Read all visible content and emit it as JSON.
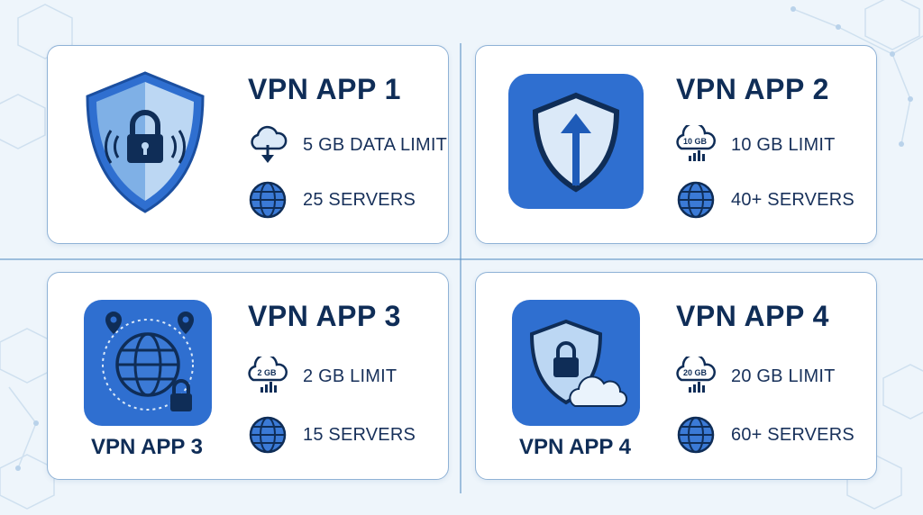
{
  "theme": {
    "accent": "#2f6fd0",
    "dark": "#0f2d57",
    "card_border": "#8fb2d6",
    "background": "#eef5fb"
  },
  "cards": [
    {
      "title": "VPN APP 1",
      "icon": "shield-lock-icon",
      "features": [
        {
          "icon": "cloud-download-icon",
          "text": "5 GB DATA LIMIT"
        },
        {
          "icon": "globe-icon",
          "text": "25 SERVERS"
        }
      ]
    },
    {
      "title": "VPN APP 2",
      "icon": "shield-arrow-up-icon",
      "features": [
        {
          "icon": "cloud-data-icon",
          "badge": "10 GB",
          "text": "10 GB LIMIT"
        },
        {
          "icon": "globe-icon",
          "text": "40+ SERVERS"
        }
      ]
    },
    {
      "title": "VPN APP 3",
      "tile_label": "VPN APP 3",
      "icon": "globe-pins-lock-icon",
      "features": [
        {
          "icon": "cloud-data-icon",
          "badge": "2 GB",
          "text": "2 GB LIMIT"
        },
        {
          "icon": "globe-icon",
          "text": "15 SERVERS"
        }
      ]
    },
    {
      "title": "VPN APP 4",
      "tile_label": "VPN APP 4",
      "icon": "shield-lock-cloud-icon",
      "features": [
        {
          "icon": "cloud-data-icon",
          "badge": "20 GB",
          "text": "20 GB LIMIT"
        },
        {
          "icon": "globe-icon",
          "text": "60+ SERVERS"
        }
      ]
    }
  ]
}
